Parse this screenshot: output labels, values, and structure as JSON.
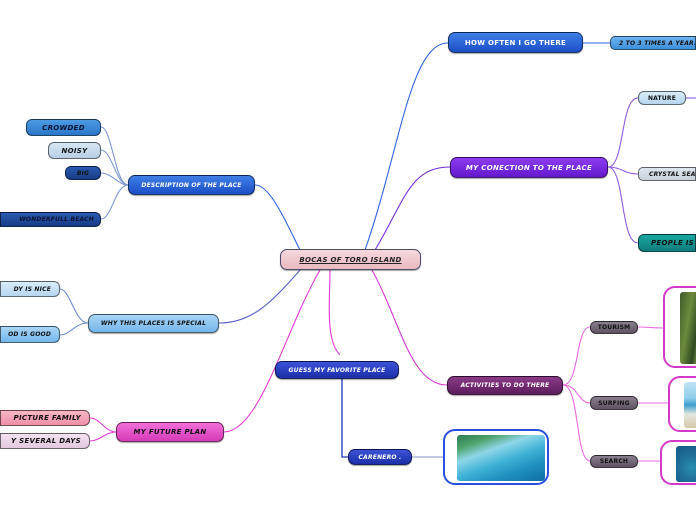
{
  "center": {
    "label": "BOCAS OF TORO ISLAND"
  },
  "how_often": {
    "label": "HOW OFTEN I GO THERE",
    "child": "2 TO 3 TIMES A YEAR."
  },
  "connection": {
    "label": "MY CONECTION TO THE PLACE",
    "children": [
      "NATURE",
      "CRYSTAL SEA",
      "PEOPLE IS"
    ]
  },
  "activities": {
    "label": "ACTIVITIES TO DO THERE",
    "children": [
      "TOURISM",
      "SURFING",
      "SEARCH"
    ]
  },
  "description": {
    "label": "DESCRIPTION OF THE PLACE",
    "children": [
      "CROWDED",
      "NOISY",
      "BIG",
      "WONDERFULL BEACH"
    ]
  },
  "why_special": {
    "label": "WHY THIS PLACES IS SPECIAL",
    "children": [
      "DY IS NICE",
      "OD IS GOOD"
    ]
  },
  "future_plan": {
    "label": "MY FUTURE PLAN",
    "children": [
      "PICTURE FAMILY",
      "Y SEVERAL DAYS"
    ]
  },
  "guess": {
    "label": "GUESS MY FAVORITE PLACE",
    "child": "CARENERO ."
  },
  "colors": {
    "blue_branch": "#2f63e0",
    "purple_branch": "#7a2fe0",
    "magenta_branch": "#e23ad6",
    "light_blue_branch": "#8ab6e6"
  }
}
